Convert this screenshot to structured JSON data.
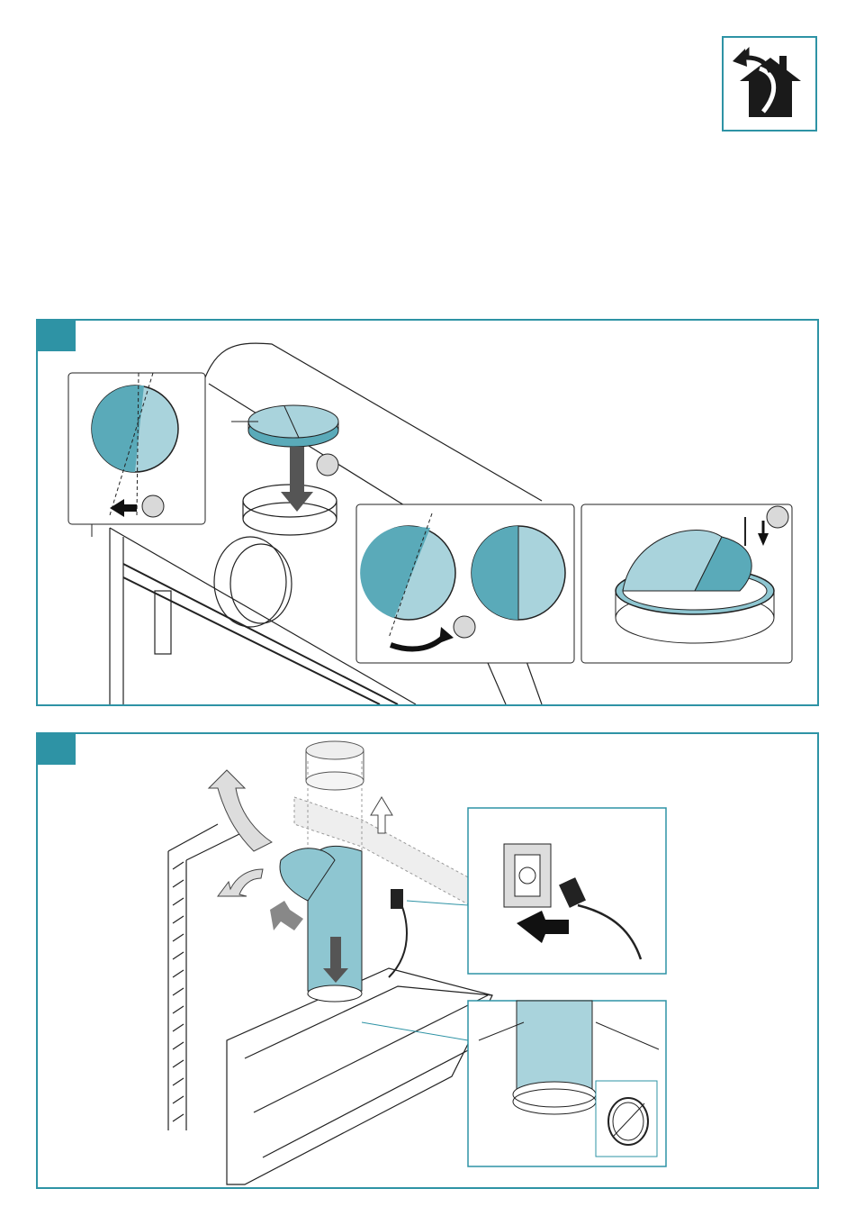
{
  "document": {
    "corner_icon": "house-exhaust-icon",
    "steps": [
      {
        "id": "step-1",
        "marker_label": "",
        "illustration": "non-return-flap-installation",
        "details": [
          "flap-alignment-detail",
          "flap-rotation-detail",
          "flap-screw-fixing-detail"
        ]
      },
      {
        "id": "step-2",
        "marker_label": "",
        "illustration": "duct-and-power-connection",
        "details": [
          "plug-into-socket-detail",
          "duct-fitting-detail"
        ]
      }
    ],
    "colors": {
      "accent": "#2e93a5",
      "part_dark": "#5aaab9",
      "part_light": "#a9d3dc",
      "line": "#222222",
      "callout_circle": "#d9d9d9"
    }
  }
}
